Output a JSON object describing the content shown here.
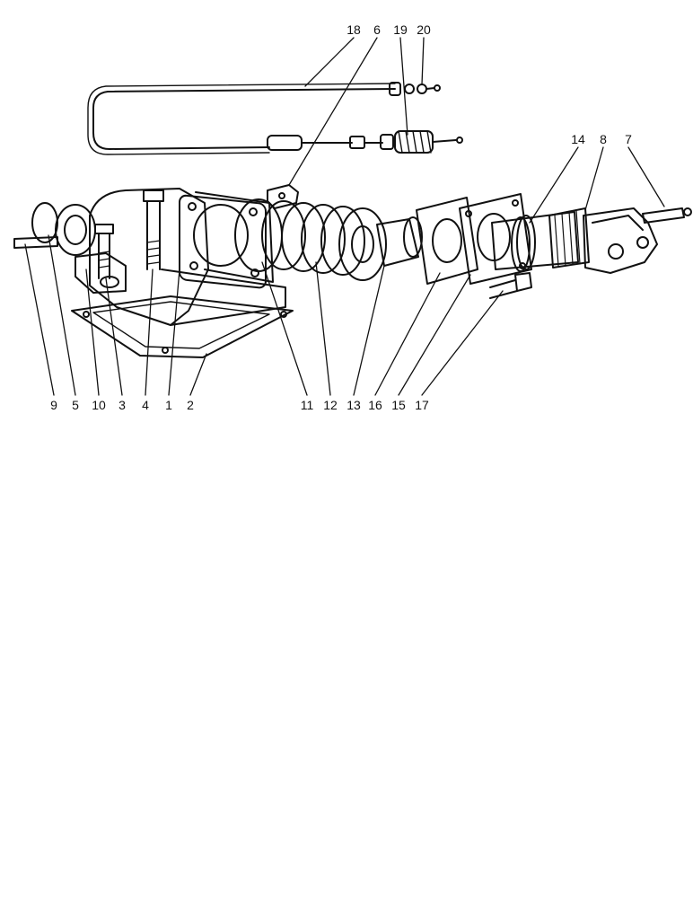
{
  "colors": {
    "ink": "#111111",
    "paper": "#ffffff"
  },
  "callouts": {
    "top": [
      "18",
      "6",
      "19",
      "20"
    ],
    "right": [
      "14",
      "8",
      "7"
    ],
    "bottom": [
      "9",
      "5",
      "10",
      "3",
      "4",
      "1",
      "2",
      "11",
      "12",
      "13",
      "16",
      "15",
      "17"
    ]
  }
}
